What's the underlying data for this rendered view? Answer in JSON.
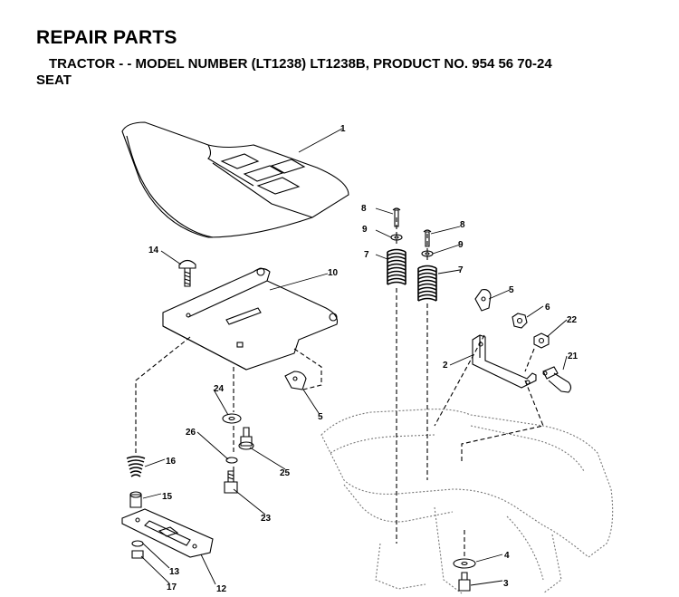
{
  "header": {
    "title": "REPAIR PARTS",
    "subtitle": "TRACTOR - - MODEL NUMBER (LT1238) LT1238B, PRODUCT NO. 954 56 70-24",
    "section": "SEAT"
  },
  "callouts": [
    "1",
    "2",
    "3",
    "4",
    "5",
    "5",
    "6",
    "7",
    "7",
    "8",
    "8",
    "9",
    "9",
    "10",
    "12",
    "13",
    "14",
    "15",
    "16",
    "17",
    "21",
    "22",
    "23",
    "24",
    "25",
    "26"
  ]
}
